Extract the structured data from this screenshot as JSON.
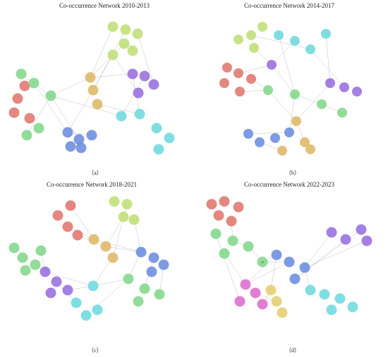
{
  "colors": {
    "red": "#e07a72",
    "green": "#86d88e",
    "purple": "#9a72e0",
    "blue": "#6f8fe0",
    "cyan": "#72dae0",
    "lime": "#c2e07a",
    "orange": "#e0b96a",
    "magenta": "#df6fcf",
    "yellow": "#e6cf72"
  },
  "panels": [
    {
      "title": "Co-occurrence Network 2010-2013",
      "caption": "（a）",
      "nodes": [
        {
          "label": "",
          "c": "lime"
        },
        {
          "label": "",
          "c": "lime"
        },
        {
          "label": "",
          "c": "lime"
        },
        {
          "label": "",
          "c": "lime"
        },
        {
          "label": "",
          "c": "lime"
        },
        {
          "label": "",
          "c": "lime"
        },
        {
          "label": "",
          "c": "orange"
        },
        {
          "label": "",
          "c": "orange"
        },
        {
          "label": "",
          "c": "orange"
        },
        {
          "label": "",
          "c": "red"
        },
        {
          "label": "",
          "c": "red"
        },
        {
          "label": "",
          "c": "red"
        },
        {
          "label": "",
          "c": "red"
        },
        {
          "label": "",
          "c": "green"
        },
        {
          "label": "",
          "c": "green"
        },
        {
          "label": "",
          "c": "green"
        },
        {
          "label": "",
          "c": "green"
        },
        {
          "label": "",
          "c": "green"
        },
        {
          "label": "",
          "c": "blue"
        },
        {
          "label": "",
          "c": "blue"
        },
        {
          "label": "",
          "c": "blue"
        },
        {
          "label": "",
          "c": "blue"
        },
        {
          "label": "",
          "c": "blue"
        },
        {
          "label": "",
          "c": "purple"
        },
        {
          "label": "",
          "c": "purple"
        },
        {
          "label": "",
          "c": "purple"
        },
        {
          "label": "",
          "c": "purple"
        },
        {
          "label": "",
          "c": "cyan"
        },
        {
          "label": "",
          "c": "cyan"
        },
        {
          "label": "",
          "c": "cyan"
        },
        {
          "label": "",
          "c": "cyan"
        },
        {
          "label": "",
          "c": "cyan"
        }
      ]
    },
    {
      "title": "Co-occurrence Network 2014-2017",
      "caption": "（b）",
      "nodes": [
        {
          "label": "",
          "c": "lime"
        },
        {
          "label": "",
          "c": "lime"
        },
        {
          "label": "",
          "c": "lime"
        },
        {
          "label": "",
          "c": "lime"
        },
        {
          "label": "",
          "c": "cyan"
        },
        {
          "label": "",
          "c": "cyan"
        },
        {
          "label": "",
          "c": "cyan"
        },
        {
          "label": "",
          "c": "cyan"
        },
        {
          "label": "",
          "c": "red"
        },
        {
          "label": "",
          "c": "red"
        },
        {
          "label": "",
          "c": "red"
        },
        {
          "label": "",
          "c": "red"
        },
        {
          "label": "",
          "c": "red"
        },
        {
          "label": "",
          "c": "purple"
        },
        {
          "label": "",
          "c": "purple"
        },
        {
          "label": "",
          "c": "purple"
        },
        {
          "label": "",
          "c": "purple"
        },
        {
          "label": "",
          "c": "green"
        },
        {
          "label": "",
          "c": "green"
        },
        {
          "label": "",
          "c": "green"
        },
        {
          "label": "",
          "c": "green"
        },
        {
          "label": "",
          "c": "blue"
        },
        {
          "label": "",
          "c": "blue"
        },
        {
          "label": "",
          "c": "blue"
        },
        {
          "label": "",
          "c": "blue"
        },
        {
          "label": "",
          "c": "orange"
        },
        {
          "label": "",
          "c": "orange"
        },
        {
          "label": "",
          "c": "orange"
        },
        {
          "label": "",
          "c": "orange"
        }
      ]
    },
    {
      "title": "Co-occurrence Network 2018-2021",
      "caption": "（c）",
      "nodes": [
        {
          "label": "",
          "c": "red"
        },
        {
          "label": "",
          "c": "red"
        },
        {
          "label": "",
          "c": "red"
        },
        {
          "label": "",
          "c": "red"
        },
        {
          "label": "",
          "c": "lime"
        },
        {
          "label": "",
          "c": "lime"
        },
        {
          "label": "",
          "c": "lime"
        },
        {
          "label": "",
          "c": "lime"
        },
        {
          "label": "",
          "c": "orange"
        },
        {
          "label": "",
          "c": "orange"
        },
        {
          "label": "",
          "c": "orange"
        },
        {
          "label": "",
          "c": "green"
        },
        {
          "label": "",
          "c": "green"
        },
        {
          "label": "",
          "c": "green"
        },
        {
          "label": "",
          "c": "green"
        },
        {
          "label": "",
          "c": "green"
        },
        {
          "label": "",
          "c": "purple"
        },
        {
          "label": "",
          "c": "purple"
        },
        {
          "label": "",
          "c": "purple"
        },
        {
          "label": "",
          "c": "purple"
        },
        {
          "label": "",
          "c": "cyan"
        },
        {
          "label": "",
          "c": "cyan"
        },
        {
          "label": "",
          "c": "cyan"
        },
        {
          "label": "",
          "c": "cyan"
        },
        {
          "label": "",
          "c": "blue"
        },
        {
          "label": "",
          "c": "blue"
        },
        {
          "label": "",
          "c": "blue"
        },
        {
          "label": "",
          "c": "blue"
        },
        {
          "label": "",
          "c": "green"
        },
        {
          "label": "",
          "c": "green"
        },
        {
          "label": "",
          "c": "green"
        },
        {
          "label": "",
          "c": "green"
        }
      ]
    },
    {
      "title": "Co-occurrence Network 2022-2023",
      "caption": "（d）",
      "nodes": [
        {
          "label": "",
          "c": "red"
        },
        {
          "label": "",
          "c": "red"
        },
        {
          "label": "",
          "c": "red"
        },
        {
          "label": "",
          "c": "red"
        },
        {
          "label": "",
          "c": "red"
        },
        {
          "label": "",
          "c": "green"
        },
        {
          "label": "",
          "c": "green"
        },
        {
          "label": "",
          "c": "green"
        },
        {
          "label": "",
          "c": "green"
        },
        {
          "label": "12",
          "c": "green"
        },
        {
          "label": "",
          "c": "purple"
        },
        {
          "label": "",
          "c": "purple"
        },
        {
          "label": "",
          "c": "purple"
        },
        {
          "label": "",
          "c": "purple"
        },
        {
          "label": "",
          "c": "blue"
        },
        {
          "label": "",
          "c": "blue"
        },
        {
          "label": "",
          "c": "blue"
        },
        {
          "label": "",
          "c": "blue"
        },
        {
          "label": "",
          "c": "magenta"
        },
        {
          "label": "",
          "c": "magenta"
        },
        {
          "label": "",
          "c": "magenta"
        },
        {
          "label": "",
          "c": "magenta"
        },
        {
          "label": "",
          "c": "yellow"
        },
        {
          "label": "",
          "c": "yellow"
        },
        {
          "label": "",
          "c": "yellow"
        },
        {
          "label": "",
          "c": "cyan"
        },
        {
          "label": "",
          "c": "cyan"
        },
        {
          "label": "",
          "c": "cyan"
        },
        {
          "label": "",
          "c": "cyan"
        },
        {
          "label": "",
          "c": "cyan"
        }
      ]
    }
  ]
}
